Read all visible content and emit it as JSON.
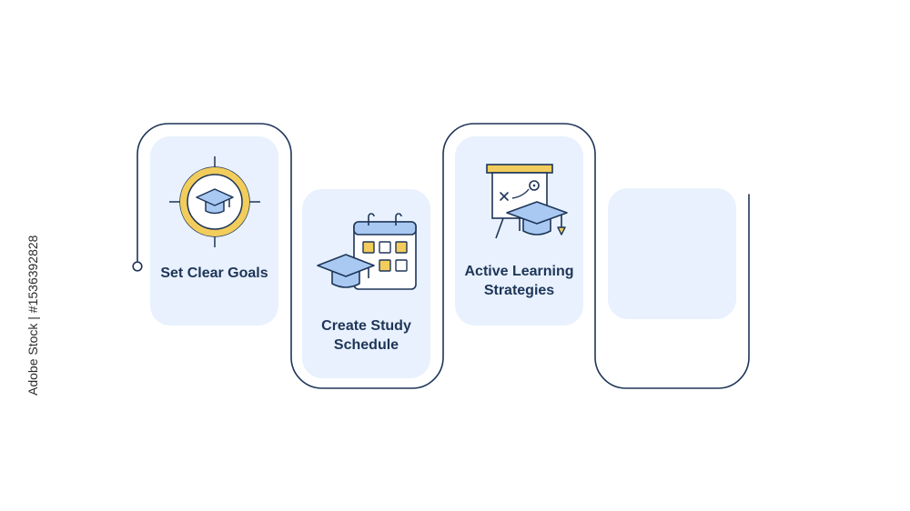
{
  "colors": {
    "outline": "#1e3558",
    "card_fill": "#e8f1fd",
    "accent_yellow": "#f2cd5c",
    "icon_blue": "#a9c9f2",
    "label_text": "#1e3558"
  },
  "steps": [
    {
      "label": "Set Clear Goals",
      "icon": "graduation-target-icon"
    },
    {
      "label": "Create Study Schedule",
      "icon": "calendar-graduation-cap-icon"
    },
    {
      "label": "Active Learning Strategies",
      "icon": "presentation-board-cap-icon"
    },
    {
      "label": "",
      "icon": ""
    }
  ],
  "watermark": {
    "text": "Adobe Stock | #1536392828"
  }
}
